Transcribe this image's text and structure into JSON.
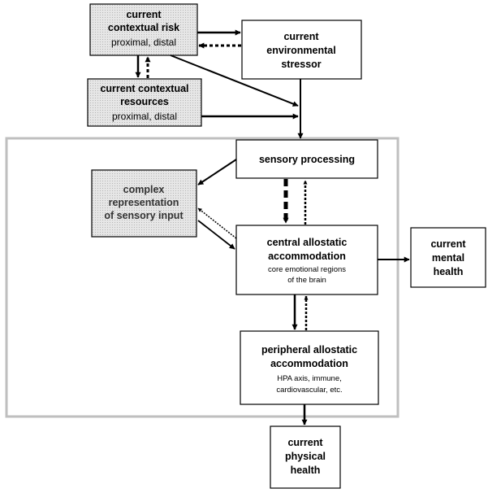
{
  "diagram": {
    "contextual_risk": {
      "title_1": "current",
      "title_2": "contextual risk",
      "sub": "proximal, distal"
    },
    "environmental_stressor": {
      "line_1": "current",
      "line_2": "environmental",
      "line_3": "stressor"
    },
    "contextual_resources": {
      "title_1": "current contextual",
      "title_2": "resources",
      "sub": "proximal, distal"
    },
    "sensory_processing": {
      "label": "sensory processing"
    },
    "complex_representation": {
      "line_1": "complex",
      "line_2": "representation",
      "line_3": "of sensory input"
    },
    "central_allostatic": {
      "title_1": "central allostatic",
      "title_2": "accommodation",
      "sub_1": "core emotional regions",
      "sub_2": "of the brain"
    },
    "mental_health": {
      "line_1": "current",
      "line_2": "mental",
      "line_3": "health"
    },
    "peripheral_allostatic": {
      "title_1": "peripheral allostatic",
      "title_2": "accommodation",
      "sub_1": "HPA axis, immune,",
      "sub_2": "cardiovascular, etc."
    },
    "physical_health": {
      "line_1": "current",
      "line_2": "physical",
      "line_3": "health"
    }
  },
  "colors": {
    "shaded_box": "#dcdcdc",
    "frame": "#bfbfbf",
    "stroke": "#000000"
  }
}
